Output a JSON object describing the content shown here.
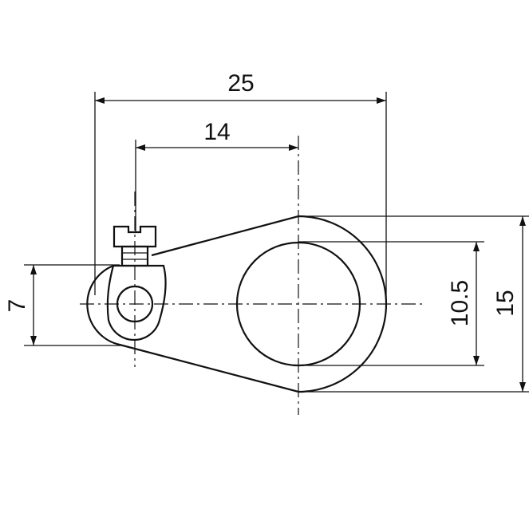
{
  "dimensions": {
    "overall_length": "25",
    "center_distance": "14",
    "lug_height": "7",
    "bore_diameter": "10.5",
    "outer_diameter": "15"
  }
}
